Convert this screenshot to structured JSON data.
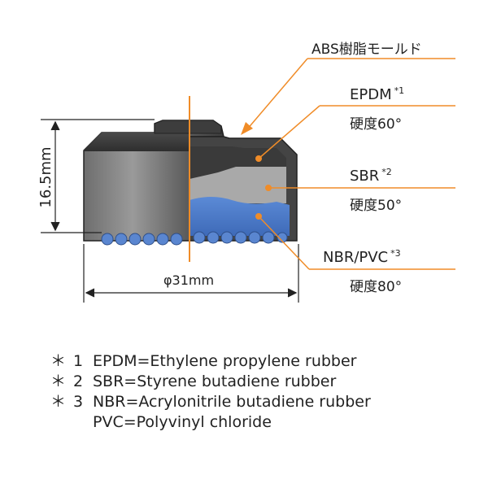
{
  "diagram": {
    "layers": {
      "abs": {
        "label": "ABS樹脂モールド"
      },
      "epdm": {
        "name": "EPDM",
        "sup": "*1",
        "hardness": "硬度60°"
      },
      "sbr": {
        "name": "SBR",
        "sup": "*2",
        "hardness": "硬度50°"
      },
      "nbr": {
        "name": "NBR/PVC",
        "sup": "*3",
        "hardness": "硬度80°"
      }
    },
    "dimensions": {
      "height": "16.5mm",
      "diameter": "φ31mm"
    },
    "colors": {
      "accent": "#f08c28",
      "shell": "#555555",
      "epdm": "#3a3a3a",
      "sbr": "#a9a9a9",
      "nbr": "#4f7fc8"
    }
  },
  "notes": [
    {
      "mark": "＊",
      "num": "1",
      "text": "EPDM=Ethylene propylene rubber"
    },
    {
      "mark": "＊",
      "num": "2",
      "text": "SBR=Styrene butadiene rubber"
    },
    {
      "mark": "＊",
      "num": "3",
      "text": "NBR=Acrylonitrile butadiene rubber",
      "continuation": "PVC=Polyvinyl chloride"
    }
  ]
}
